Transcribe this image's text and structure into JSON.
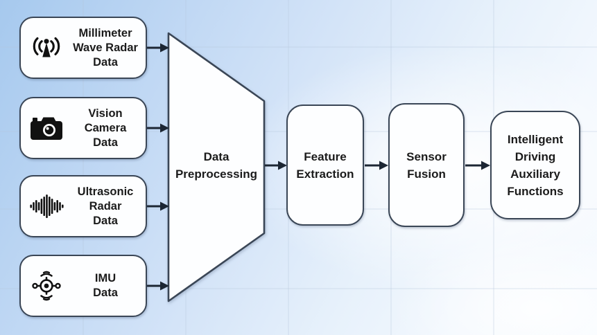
{
  "diagram": {
    "input_nodes": [
      {
        "label": "Millimeter\nWave Radar\nData",
        "icon": "radar-broadcast-icon"
      },
      {
        "label": "Vision\nCamera\nData",
        "icon": "camera-icon"
      },
      {
        "label": "Ultrasonic\nRadar\nData",
        "icon": "soundwave-icon"
      },
      {
        "label": "IMU\nData",
        "icon": "imu-gyroscope-icon"
      }
    ],
    "process_nodes": [
      {
        "label": "Data\nPreprocessing",
        "shape": "trapezoid"
      },
      {
        "label": "Feature\nExtraction",
        "shape": "rounded-rect"
      },
      {
        "label": "Sensor\nFusion",
        "shape": "rounded-rect"
      },
      {
        "label": "Intelligent\nDriving\nAuxiliary\nFunctions",
        "shape": "rounded-rect"
      }
    ],
    "colors": {
      "node_fill": "#fdfeff",
      "node_border": "#3a4656",
      "arrow": "#1c2633",
      "text": "#1b1b1b",
      "grid_line": "#b5c6da"
    }
  }
}
